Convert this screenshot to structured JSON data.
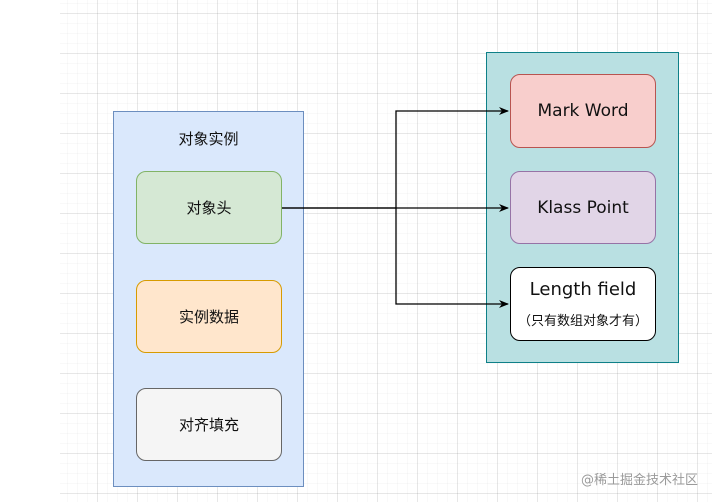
{
  "canvas": {
    "background": "#ffffff"
  },
  "object_instance": {
    "title": "对象实例",
    "fill": "#dae8fc",
    "stroke": "#6c8ebf",
    "parts": [
      {
        "id": "object-header",
        "label": "对象头",
        "fill": "#d5e8d4",
        "stroke": "#82b366"
      },
      {
        "id": "instance-data",
        "label": "实例数据",
        "fill": "#ffe6cc",
        "stroke": "#d79b00"
      },
      {
        "id": "alignment-padding",
        "label": "对齐填充",
        "fill": "#f5f5f5",
        "stroke": "#666666"
      }
    ]
  },
  "object_header_detail": {
    "fill": "#b9e0e2",
    "stroke": "#0e8088",
    "parts": [
      {
        "id": "mark-word",
        "label": "Mark Word",
        "fill": "#f8cecc",
        "stroke": "#b85450"
      },
      {
        "id": "klass-point",
        "label": "Klass Point",
        "fill": "#e1d5e7",
        "stroke": "#9673a6"
      },
      {
        "id": "length-field",
        "label": "Length field",
        "note": "（只有数组对象才有）",
        "fill": "#ffffff",
        "stroke": "#000000"
      }
    ]
  },
  "connections": [
    {
      "from": "object-header",
      "to": "mark-word"
    },
    {
      "from": "object-header",
      "to": "klass-point"
    },
    {
      "from": "object-header",
      "to": "length-field"
    }
  ],
  "watermark": "@稀土掘金技术社区"
}
